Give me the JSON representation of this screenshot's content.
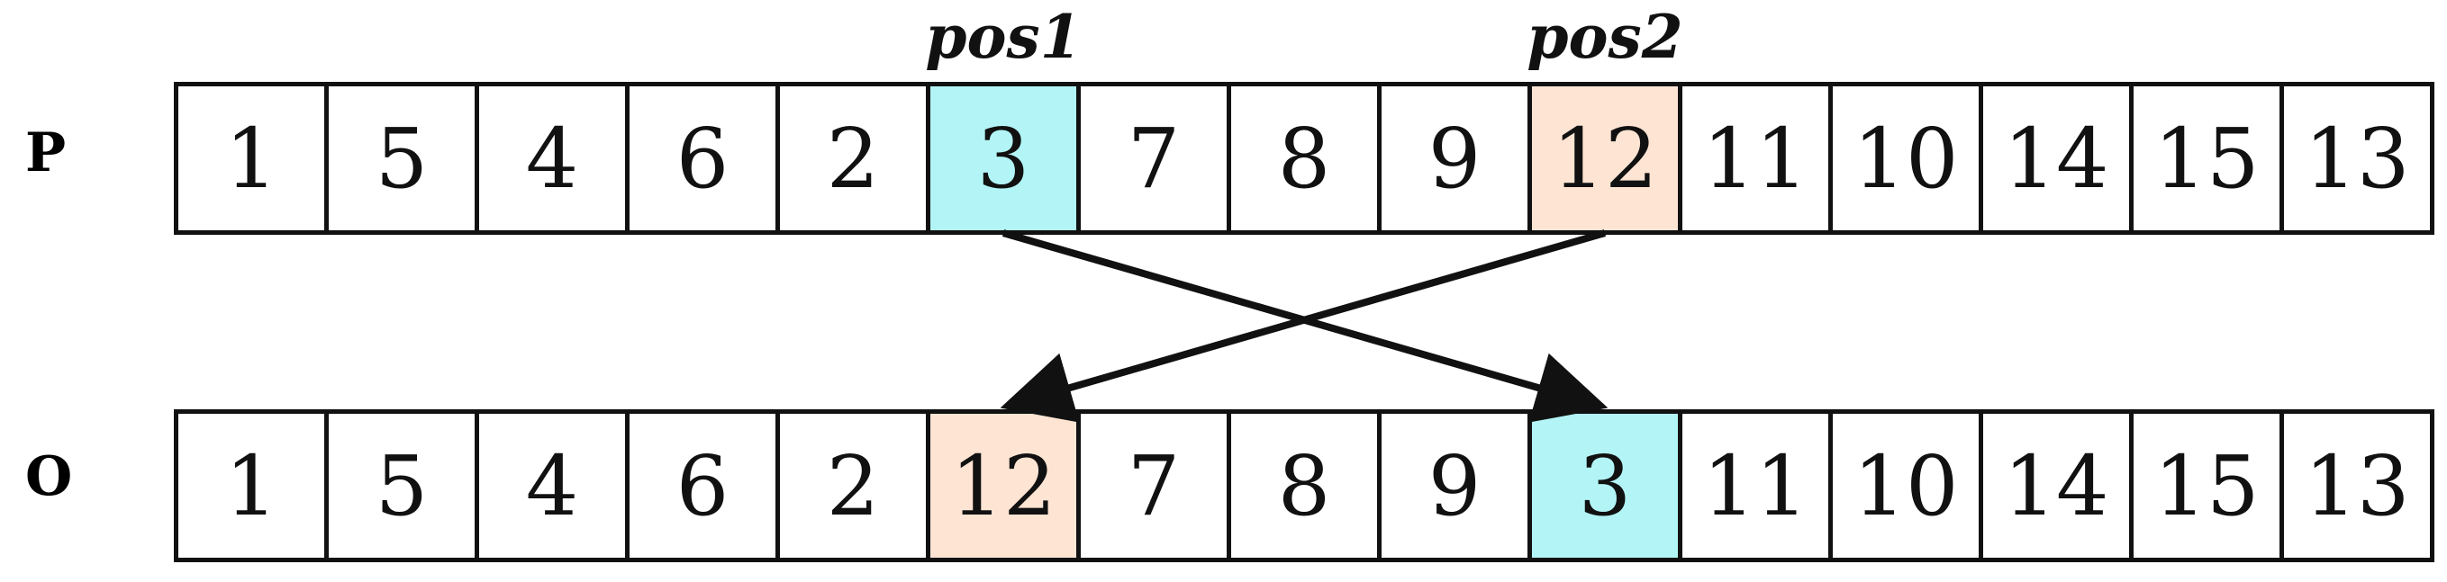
{
  "rows": {
    "p": {
      "label": "P",
      "values": [
        "1",
        "5",
        "4",
        "6",
        "2",
        "3",
        "7",
        "8",
        "9",
        "12",
        "11",
        "10",
        "14",
        "15",
        "13"
      ]
    },
    "o": {
      "label": "O",
      "values": [
        "1",
        "5",
        "4",
        "6",
        "2",
        "12",
        "7",
        "8",
        "9",
        "3",
        "11",
        "10",
        "14",
        "15",
        "13"
      ]
    }
  },
  "positions": {
    "pos1": {
      "label": "pos1",
      "index": 5
    },
    "pos2": {
      "label": "pos2",
      "index": 9
    }
  },
  "colors": {
    "pos1_fill": "#b3f5f7",
    "pos2_fill": "#fde4d3",
    "line": "#111111"
  }
}
